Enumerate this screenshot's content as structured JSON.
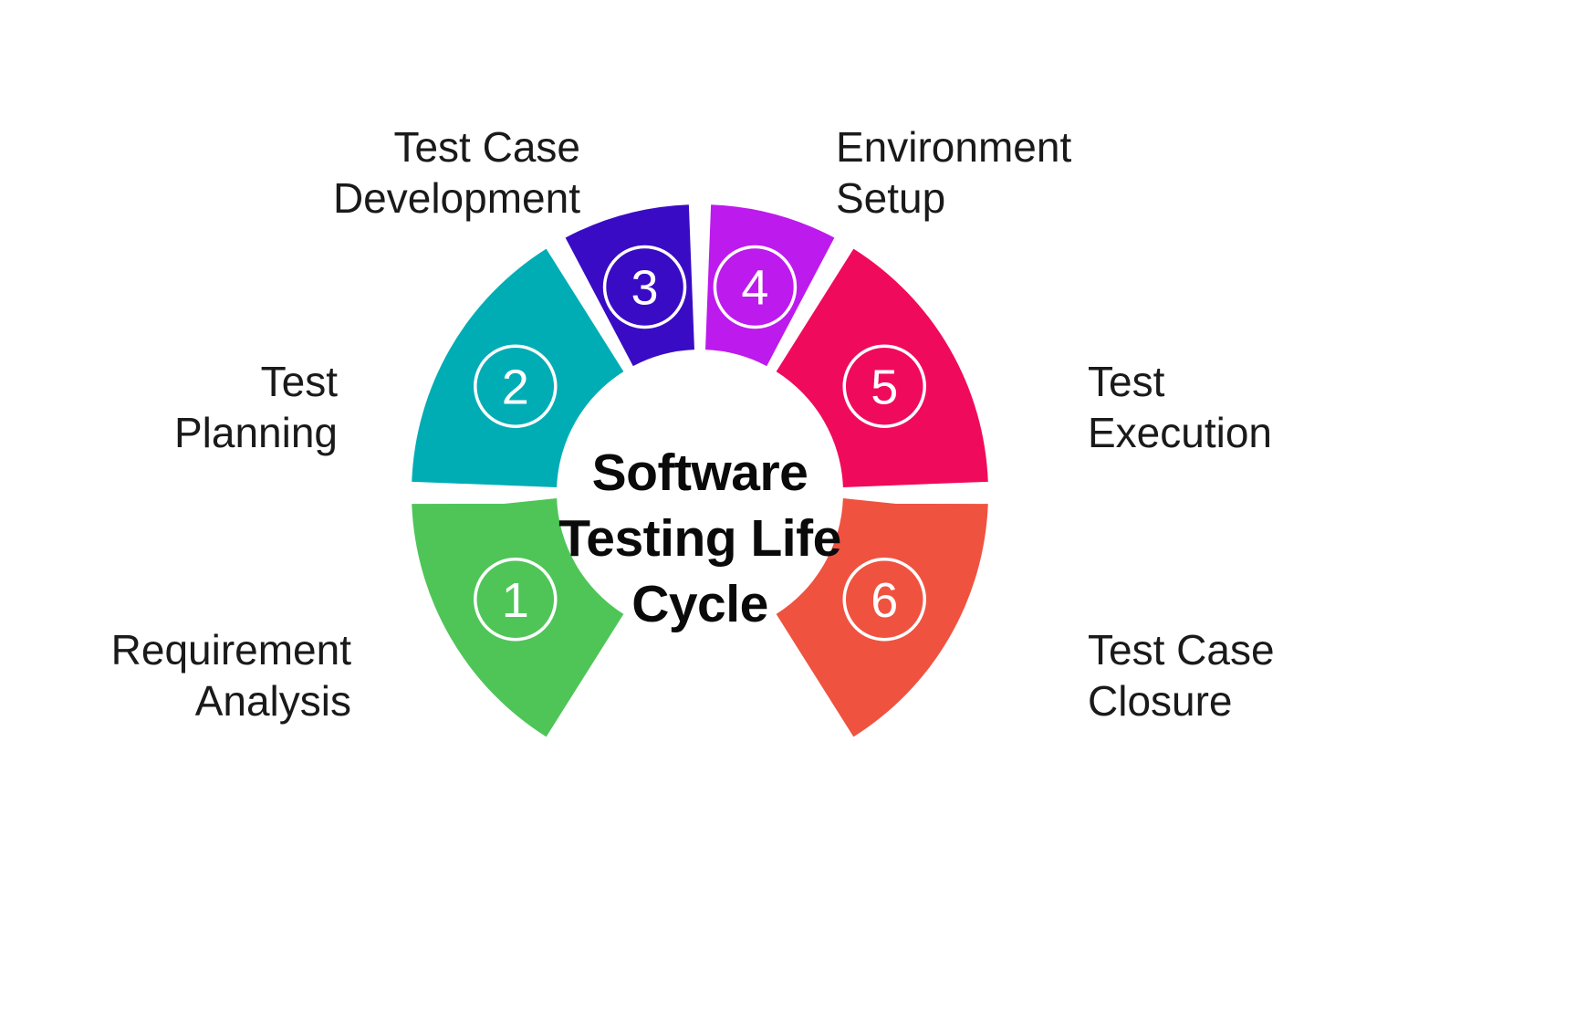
{
  "diagram": {
    "title_lines": [
      "Software",
      "Testing Life",
      "Cycle"
    ],
    "center_title": "Software Testing Life Cycle",
    "type": "semi-circular donut process cycle",
    "background_color": "#ffffff",
    "text_color": "#1a1a1a",
    "gap_color": "#ffffff"
  },
  "chart_data": {
    "type": "pie",
    "title": "Software Testing Life Cycle",
    "segments": [
      {
        "number": "1",
        "label": "Requirement\nAnalysis",
        "color": "#4FC558",
        "start_angle": 180,
        "end_angle": 240,
        "label_side": "left"
      },
      {
        "number": "2",
        "label": "Test\nPlanning",
        "color": "#00ADB5",
        "start_angle": 120,
        "end_angle": 180,
        "label_side": "left"
      },
      {
        "number": "3",
        "label": "Test Case\nDevelopment",
        "color": "#3A0BC4",
        "start_angle": 90,
        "end_angle": 120,
        "label_side": "left"
      },
      {
        "number": "4",
        "label": "Environment\nSetup",
        "color": "#BD1AEE",
        "start_angle": 60,
        "end_angle": 90,
        "label_side": "right"
      },
      {
        "number": "5",
        "label": "Test\nExecution",
        "color": "#F00A5C",
        "start_angle": 0,
        "end_angle": 60,
        "label_side": "right"
      },
      {
        "number": "6",
        "label": "Test Case\nClosure",
        "color": "#F05240",
        "start_angle": -60,
        "end_angle": 0,
        "label_side": "right"
      }
    ],
    "legend": "none",
    "grid": false
  },
  "labels": {
    "requirement_analysis": "Requirement\nAnalysis",
    "test_planning": "Test\nPlanning",
    "test_case_development": "Test Case\nDevelopment",
    "environment_setup": "Environment\nSetup",
    "test_execution": "Test\nExecution",
    "test_case_closure": "Test Case\nClosure"
  },
  "numbers": {
    "n1": "1",
    "n2": "2",
    "n3": "3",
    "n4": "4",
    "n5": "5",
    "n6": "6"
  }
}
